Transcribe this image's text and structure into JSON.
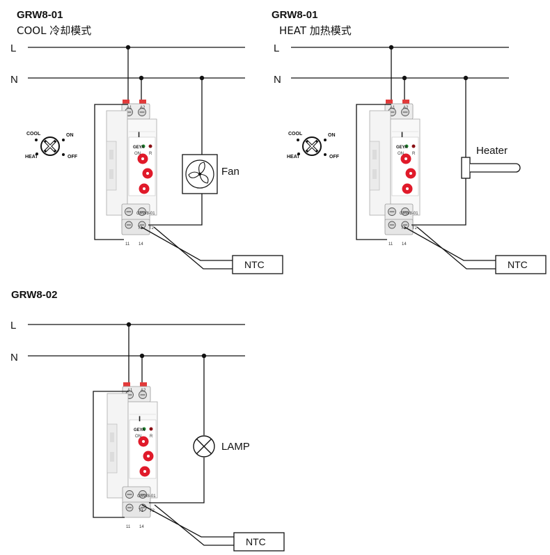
{
  "diagrams": [
    {
      "model": "GRW8-01",
      "mode": "COOL  冷却模式",
      "line_l": "L",
      "line_n": "N",
      "load_label": "Fan",
      "load_icon": "fan-icon",
      "sensor_label": "NTC",
      "device": {
        "top_left": "A1",
        "top_right": "A2",
        "bottom_left": "11",
        "bottom_right": "14",
        "mid_left": "T1",
        "mid_right": "T2",
        "model_text": "GRW8-01",
        "brand": "GEYA",
        "on_label": "ON",
        "r_label": "R",
        "power_mark": "I"
      }
    },
    {
      "model": "GRW8-01",
      "mode": "HEAT 加热模式",
      "line_l": "L",
      "line_n": "N",
      "load_label": "Heater",
      "load_icon": "heater-icon",
      "sensor_label": "NTC",
      "device": {
        "top_left": "A1",
        "top_right": "A2",
        "bottom_left": "11",
        "bottom_right": "14",
        "mid_left": "T1",
        "mid_right": "T2",
        "model_text": "GRW8-01",
        "brand": "GEYA",
        "on_label": "ON",
        "r_label": "R",
        "power_mark": "I"
      }
    },
    {
      "model": "GRW8-02",
      "line_l": "L",
      "line_n": "N",
      "load_label": "LAMP",
      "load_icon": "lamp-icon",
      "sensor_label": "NTC",
      "device": {
        "top_left": "A1",
        "top_right": "A2",
        "bottom_left": "11",
        "bottom_right": "14",
        "mid_left": "T1",
        "mid_right": "T2",
        "model_text": "GRW8-01",
        "brand": "GEYA",
        "on_label": "ON",
        "r_label": "R",
        "power_mark": "I"
      }
    }
  ],
  "mode_switch": {
    "cool": "COOL",
    "on": "ON",
    "heat": "HEAT",
    "off": "OFF"
  },
  "colors": {
    "wire": "#111111",
    "knob": "#e01a2a",
    "led_green": "#1f8a2e",
    "led_red": "#8a0f14",
    "housing": "#f3f3f3",
    "terminal_cap": "#e23a3a"
  }
}
